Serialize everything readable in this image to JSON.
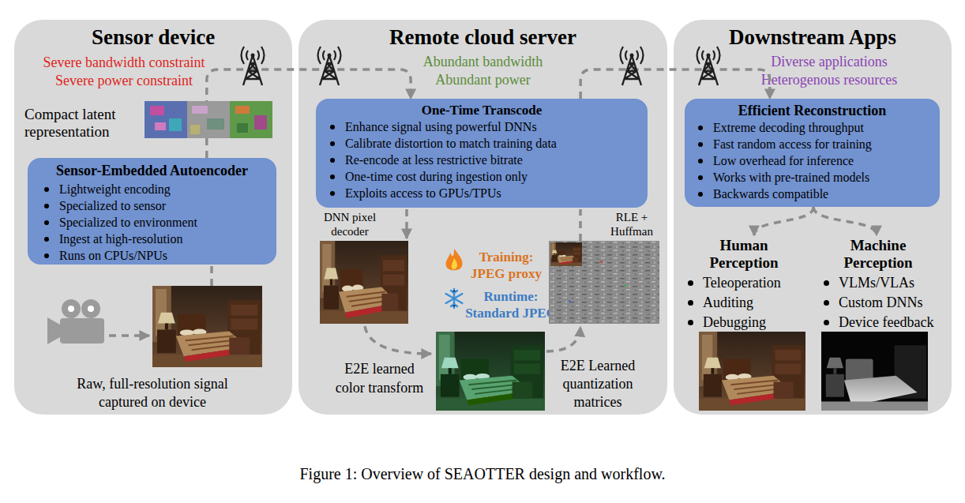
{
  "diagram": {
    "caption": "Figure 1: Overview of SEAOTTER design and workflow.",
    "nodes": [
      {
        "text": [
          "Sensor device",
          "Severe bandwidth constraint",
          "Severe power constraint",
          "Compact latent representation",
          "Raw, full-resolution signal captured on device"
        ]
      },
      {
        "text": [
          "Sensor-Embedded Autoencoder",
          "Lightweight encoding",
          "Specialized to sensor",
          "Specialized to environment",
          "Ingest at high-resolution",
          "Runs on CPUs/NPUs"
        ],
        "in": 0
      },
      {
        "text": [
          "Remote cloud server",
          "Abundant bandwidth",
          "Abundant power",
          "DNN pixel decoder",
          "Training: JPEG proxy",
          "Runtime: Standard JPEG",
          "RLE + Huffman",
          "E2E learned color transform",
          "E2E Learned quantization matrices"
        ]
      },
      {
        "text": [
          "One-Time Transcode",
          "Enhance signal using powerful DNNs",
          "Calibrate distortion to match training data",
          "Re-encode at less restrictive bitrate",
          "One-time cost during ingestion only",
          "Exploits access to GPUs/TPUs"
        ],
        "in": 2
      },
      {
        "text": [
          "Downstream Apps",
          "Diverse applications",
          "Heterogenous resources"
        ]
      },
      {
        "text": [
          "Efficient Reconstruction",
          "Extreme decoding throughput",
          "Fast random access for training",
          "Low overhead for inference",
          "Works with pre-trained models",
          "Backwards compatible"
        ],
        "in": 4
      },
      {
        "text": [
          "Human Perception",
          "Teleoperation",
          "Auditing",
          "Debugging"
        ],
        "in": 4
      },
      {
        "text": [
          "Machine Perception",
          "VLMs/VLAs",
          "Custom DNNs",
          "Device feedback"
        ],
        "in": 4
      }
    ],
    "edges": [
      {
        "from": 1,
        "to": 3,
        "arrow": "to"
      },
      {
        "from": 3,
        "to": 5,
        "arrow": "to"
      },
      {
        "from": 5,
        "to": 6,
        "arrow": "to"
      },
      {
        "from": 5,
        "to": 7,
        "arrow": "to"
      }
    ]
  }
}
